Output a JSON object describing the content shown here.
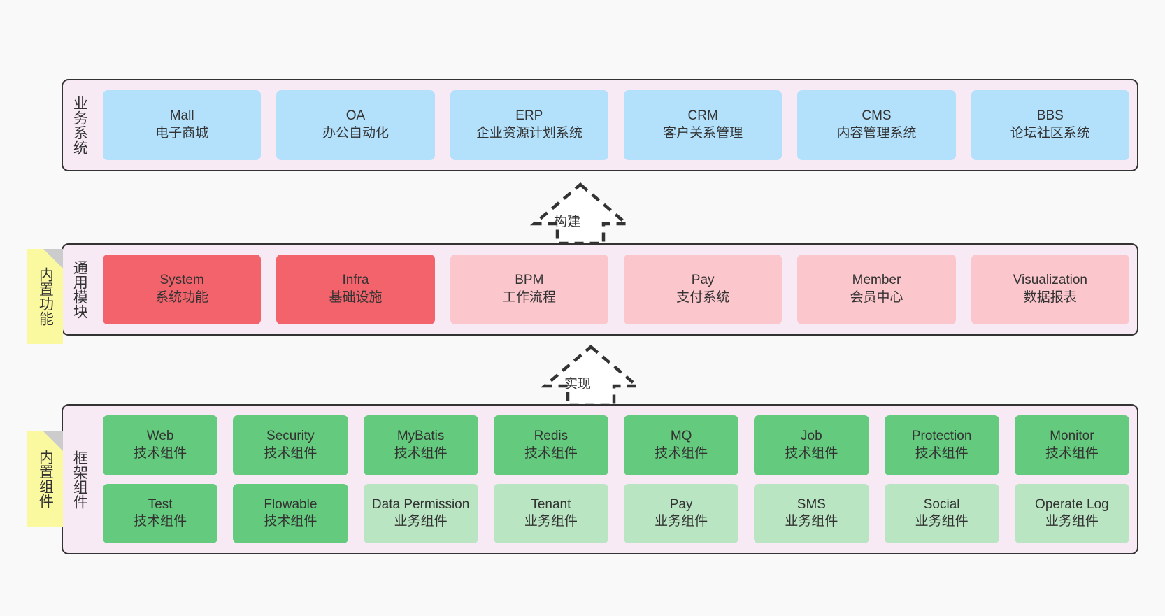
{
  "diagram": {
    "background_color": "#f9f9f9",
    "layer_fill": "#f8eaf5",
    "layer_border": "#333333",
    "note_color": "#fbf9a0"
  },
  "layers": [
    {
      "id": "business-systems",
      "title": "业务系统",
      "note": null,
      "rows": [
        {
          "cards": [
            {
              "name": "Mall",
              "sub": "电子商城",
              "color": "#b3e0fb",
              "style": "c-blue"
            },
            {
              "name": "OA",
              "sub": "办公自动化",
              "color": "#b3e0fb",
              "style": "c-blue"
            },
            {
              "name": "ERP",
              "sub": "企业资源计划系统",
              "color": "#b3e0fb",
              "style": "c-blue"
            },
            {
              "name": "CRM",
              "sub": "客户关系管理",
              "color": "#b3e0fb",
              "style": "c-blue"
            },
            {
              "name": "CMS",
              "sub": "内容管理系统",
              "color": "#b3e0fb",
              "style": "c-blue"
            },
            {
              "name": "BBS",
              "sub": "论坛社区系统",
              "color": "#b3e0fb",
              "style": "c-blue"
            }
          ]
        }
      ]
    },
    {
      "id": "common-modules",
      "title": "通用模块",
      "note": "内置功能",
      "rows": [
        {
          "cards": [
            {
              "name": "System",
              "sub": "系统功能",
              "color": "#f3636b",
              "style": "c-red"
            },
            {
              "name": "Infra",
              "sub": "基础设施",
              "color": "#f3636b",
              "style": "c-red"
            },
            {
              "name": "BPM",
              "sub": "工作流程",
              "color": "#fbc6cc",
              "style": "c-pink"
            },
            {
              "name": "Pay",
              "sub": "支付系统",
              "color": "#fbc6cc",
              "style": "c-pink"
            },
            {
              "name": "Member",
              "sub": "会员中心",
              "color": "#fbc6cc",
              "style": "c-pink"
            },
            {
              "name": "Visualization",
              "sub": "数据报表",
              "color": "#fbc6cc",
              "style": "c-pink"
            }
          ]
        }
      ]
    },
    {
      "id": "framework-components",
      "title": "框架组件",
      "note": "内置组件",
      "rows": [
        {
          "cards": [
            {
              "name": "Web",
              "sub": "技术组件",
              "color": "#64ca7d",
              "style": "c-green"
            },
            {
              "name": "Security",
              "sub": "技术组件",
              "color": "#64ca7d",
              "style": "c-green"
            },
            {
              "name": "MyBatis",
              "sub": "技术组件",
              "color": "#64ca7d",
              "style": "c-green"
            },
            {
              "name": "Redis",
              "sub": "技术组件",
              "color": "#64ca7d",
              "style": "c-green"
            },
            {
              "name": "MQ",
              "sub": "技术组件",
              "color": "#64ca7d",
              "style": "c-green"
            },
            {
              "name": "Job",
              "sub": "技术组件",
              "color": "#64ca7d",
              "style": "c-green"
            },
            {
              "name": "Protection",
              "sub": "技术组件",
              "color": "#64ca7d",
              "style": "c-green"
            },
            {
              "name": "Monitor",
              "sub": "技术组件",
              "color": "#64ca7d",
              "style": "c-green"
            }
          ]
        },
        {
          "cards": [
            {
              "name": "Test",
              "sub": "技术组件",
              "color": "#64ca7d",
              "style": "c-green"
            },
            {
              "name": "Flowable",
              "sub": "技术组件",
              "color": "#64ca7d",
              "style": "c-green"
            },
            {
              "name": "Data Permission",
              "sub": "业务组件",
              "color": "#b9e5c2",
              "style": "c-lightgreen"
            },
            {
              "name": "Tenant",
              "sub": "业务组件",
              "color": "#b9e5c2",
              "style": "c-lightgreen"
            },
            {
              "name": "Pay",
              "sub": "业务组件",
              "color": "#b9e5c2",
              "style": "c-lightgreen"
            },
            {
              "name": "SMS",
              "sub": "业务组件",
              "color": "#b9e5c2",
              "style": "c-lightgreen"
            },
            {
              "name": "Social",
              "sub": "业务组件",
              "color": "#b9e5c2",
              "style": "c-lightgreen"
            },
            {
              "name": "Operate Log",
              "sub": "业务组件",
              "color": "#b9e5c2",
              "style": "c-lightgreen"
            }
          ]
        }
      ]
    }
  ],
  "arrows": [
    {
      "id": "build-arrow",
      "label": "构建",
      "direction": "up"
    },
    {
      "id": "implement-arrow",
      "label": "实现",
      "direction": "up"
    }
  ]
}
